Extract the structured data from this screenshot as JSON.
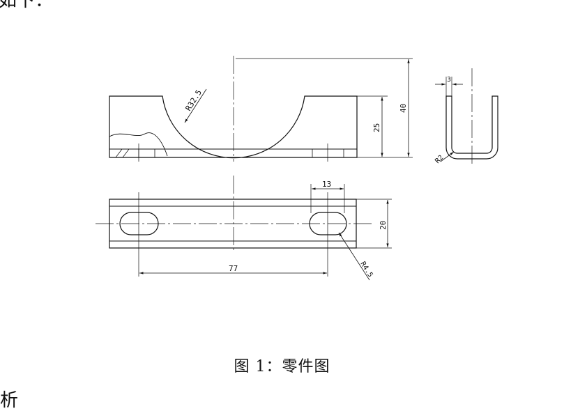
{
  "caption": "图 1：零件图",
  "partial_text_top": "如下：",
  "partial_text_bottom": "析",
  "dimensions": {
    "arc_radius": "R32.5",
    "height_inner": "25",
    "height_total": "40",
    "thickness": "3",
    "bend_radius": "R2",
    "slot_width": "13",
    "width": "20",
    "slot_radius": "R4.5",
    "hole_spacing": "77"
  },
  "colors": {
    "line": "#111111",
    "background": "#ffffff"
  }
}
